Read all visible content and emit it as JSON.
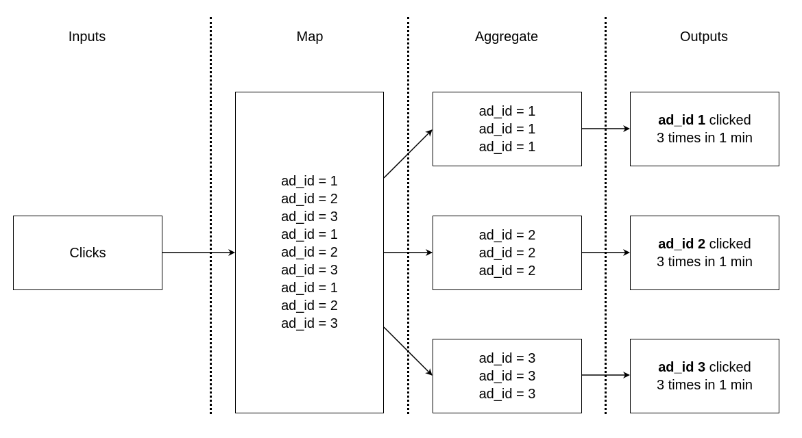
{
  "headers": {
    "inputs": "Inputs",
    "map": "Map",
    "aggregate": "Aggregate",
    "outputs": "Outputs"
  },
  "inputs": {
    "clicks": "Clicks"
  },
  "map": {
    "lines": [
      "ad_id = 1",
      "ad_id = 2",
      "ad_id = 3",
      "ad_id = 1",
      "ad_id = 2",
      "ad_id = 3",
      "ad_id = 1",
      "ad_id = 2",
      "ad_id = 3"
    ]
  },
  "aggregate": [
    {
      "lines": [
        "ad_id = 1",
        "ad_id = 1",
        "ad_id = 1"
      ]
    },
    {
      "lines": [
        "ad_id = 2",
        "ad_id = 2",
        "ad_id = 2"
      ]
    },
    {
      "lines": [
        "ad_id = 3",
        "ad_id = 3",
        "ad_id = 3"
      ]
    }
  ],
  "outputs": [
    {
      "bold": "ad_id 1",
      "rest": " clicked",
      "line2": "3 times in 1 min"
    },
    {
      "bold": "ad_id 2",
      "rest": " clicked",
      "line2": "3 times in 1 min"
    },
    {
      "bold": "ad_id 3",
      "rest": " clicked",
      "line2": "3 times in 1 min"
    }
  ]
}
